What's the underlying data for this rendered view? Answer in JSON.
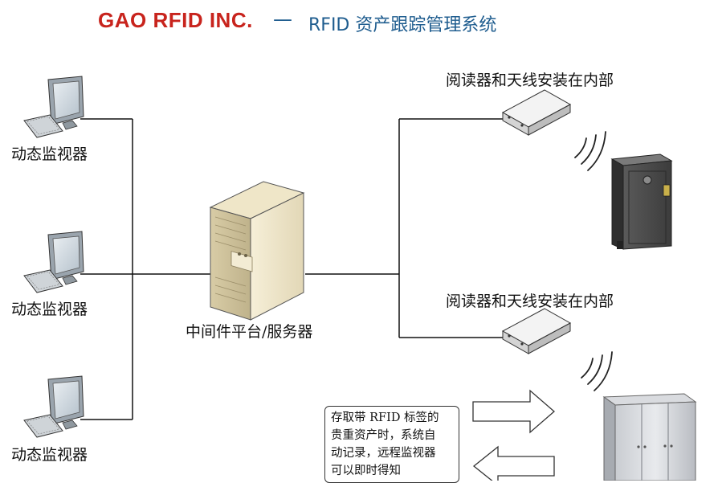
{
  "title": {
    "company": "GAO RFID INC.",
    "dash": "—",
    "system": "RFID 资产跟踪管理系统"
  },
  "monitors": [
    {
      "label": "动态监视器"
    },
    {
      "label": "动态监视器"
    },
    {
      "label": "动态监视器"
    }
  ],
  "server": {
    "label": "中间件平台/服务器"
  },
  "readers": [
    {
      "label": "阅读器和天线安装在内部"
    },
    {
      "label": "阅读器和天线安装在内部"
    }
  ],
  "note": {
    "lines": [
      "存取带 RFID 标签的",
      "贵重资产时，系统自",
      "动记录，远程监视器",
      "可以即时得知"
    ]
  },
  "colors": {
    "title_red": "#c8241d",
    "title_blue": "#1f5d8f",
    "line": "#111111"
  }
}
